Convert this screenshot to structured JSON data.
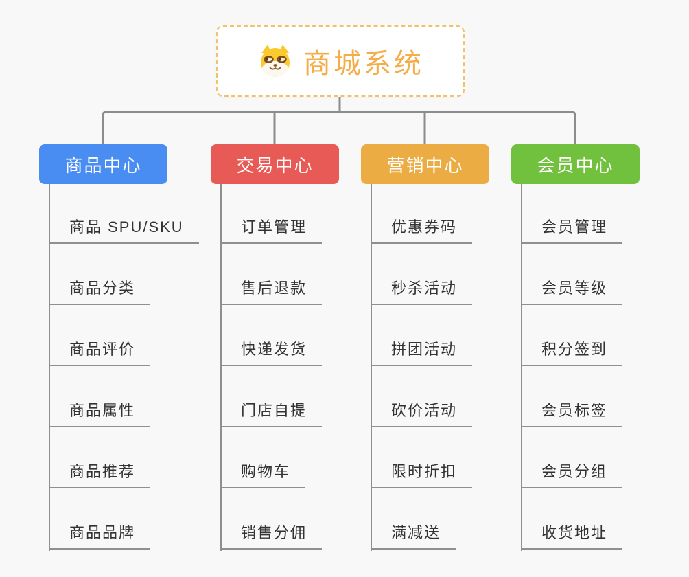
{
  "root": {
    "title": "商城系统",
    "icon": "shiba-dog-icon",
    "title_color": "#f5ad4a",
    "border_color": "#f2c26b"
  },
  "connector_color": "#8c8c8c",
  "line_color": "#8f8f8f",
  "child_text_color": "#333333",
  "background_color": "#f8f8f9",
  "branches": [
    {
      "label": "商品中心",
      "color": "#4a8df2",
      "children": [
        "商品 SPU/SKU",
        "商品分类",
        "商品评价",
        "商品属性",
        "商品推荐",
        "商品品牌"
      ]
    },
    {
      "label": "交易中心",
      "color": "#e85a56",
      "children": [
        "订单管理",
        "售后退款",
        "快递发货",
        "门店自提",
        "购物车",
        "销售分佣"
      ]
    },
    {
      "label": "营销中心",
      "color": "#ebac44",
      "children": [
        "优惠券码",
        "秒杀活动",
        "拼团活动",
        "砍价活动",
        "限时折扣",
        "满减送"
      ]
    },
    {
      "label": "会员中心",
      "color": "#71c13f",
      "children": [
        "会员管理",
        "会员等级",
        "积分签到",
        "会员标签",
        "会员分组",
        "收货地址"
      ]
    }
  ]
}
